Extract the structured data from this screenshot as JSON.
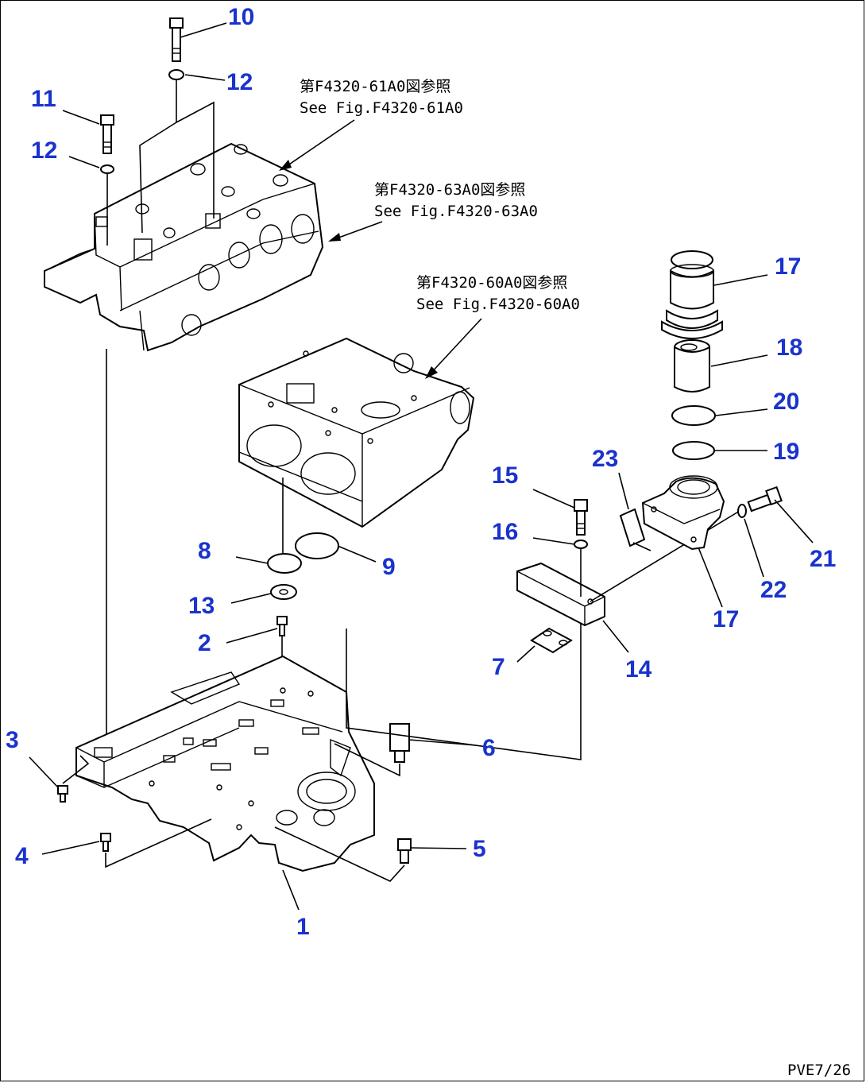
{
  "references": [
    {
      "jp": "第F4320-61A0図参照",
      "en": "See Fig.F4320-61A0"
    },
    {
      "jp": "第F4320-63A0図参照",
      "en": "See Fig.F4320-63A0"
    },
    {
      "jp": "第F4320-60A0図参照",
      "en": "See Fig.F4320-60A0"
    }
  ],
  "callouts": [
    "10",
    "12",
    "11",
    "12",
    "17",
    "18",
    "20",
    "19",
    "23",
    "15",
    "21",
    "16",
    "8",
    "9",
    "22",
    "13",
    "17",
    "2",
    "7",
    "14",
    "3",
    "6",
    "4",
    "5",
    "1"
  ],
  "drawing_code": "PVE7/26",
  "colors": {
    "callout": "#1a33cc",
    "line": "#000000",
    "background": "#ffffff"
  }
}
